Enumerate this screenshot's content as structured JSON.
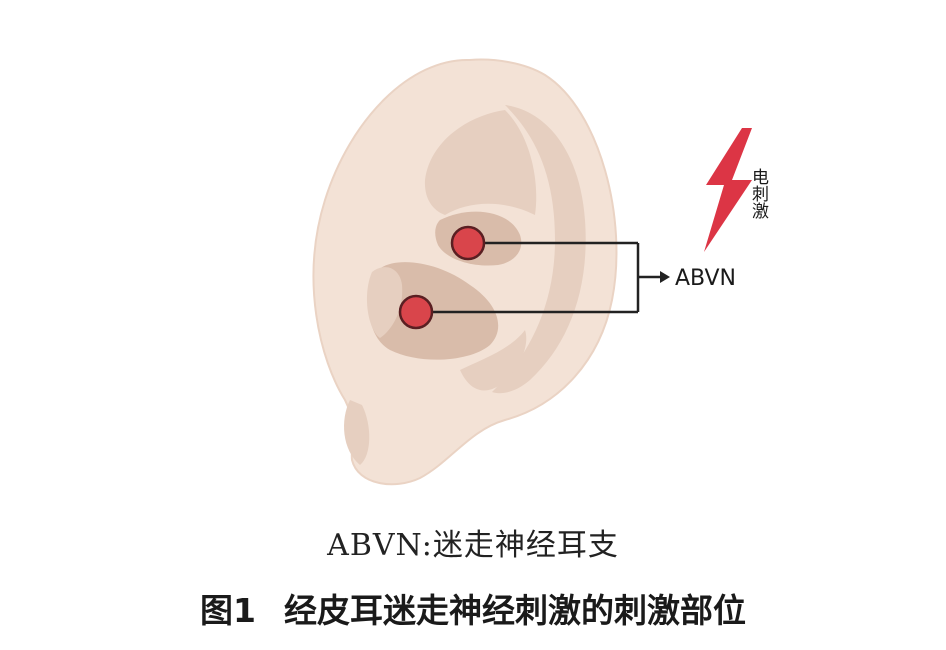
{
  "figure": {
    "stimulation_label": "电刺激",
    "target_label": "ABVN",
    "caption_note": "ABVN:迷走神经耳支",
    "caption_number": "图1",
    "caption_title": "经皮耳迷走神经刺激的刺激部位"
  },
  "colors": {
    "ear_skin": "#f3e2d6",
    "ear_shadow": "#e6cfc0",
    "ear_deep": "#d9bcaa",
    "electrode": "#d9454b",
    "lightning": "#dc3545",
    "line": "#222222"
  },
  "icons": {
    "ear": "ear-illustration",
    "stimulus": "lightning-bolt-icon",
    "arrow": "arrow-right-icon"
  }
}
